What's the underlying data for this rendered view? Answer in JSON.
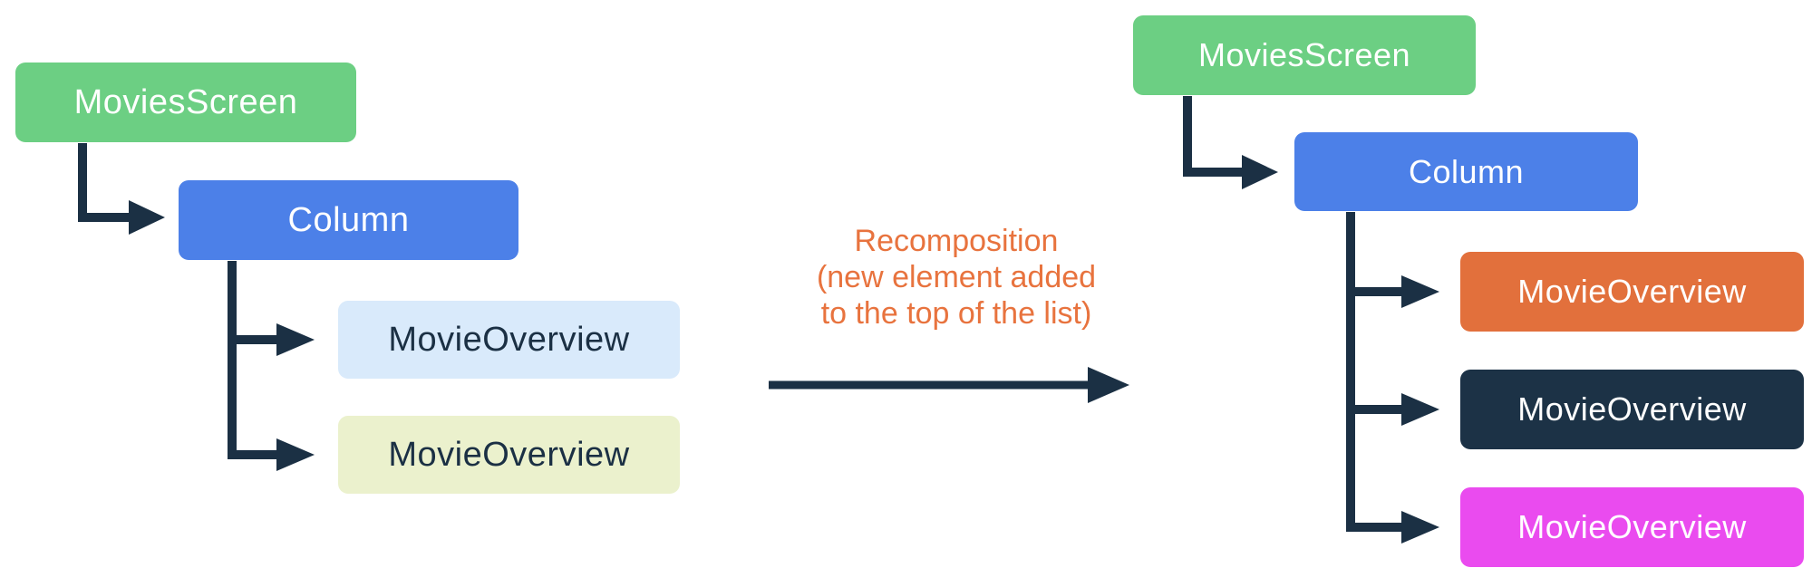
{
  "palette": {
    "canvas-bg": "#FFFFFF",
    "node-green": "#6CCF83",
    "node-blue": "#4C80E8",
    "node-light-blue": "#D9EAFB",
    "node-pale-yellow": "#EBF1CD",
    "node-orange": "#E2703C",
    "node-navy": "#1C3246",
    "node-magenta": "#EA4BEF",
    "connector": "#1B3044",
    "annotation-text": "#E8733E",
    "node-text-light": "#FFFFFF",
    "node-text-dark": "#1B3044"
  },
  "left_tree": {
    "nodes": [
      {
        "label": "MoviesScreen"
      },
      {
        "label": "Column"
      },
      {
        "label": "MovieOverview"
      },
      {
        "label": "MovieOverview"
      }
    ]
  },
  "annotation": {
    "line1": "Recomposition",
    "line2": "(new element added",
    "line3": "to the top of the list)"
  },
  "right_tree": {
    "nodes": [
      {
        "label": "MoviesScreen"
      },
      {
        "label": "Column"
      },
      {
        "label": "MovieOverview"
      },
      {
        "label": "MovieOverview"
      },
      {
        "label": "MovieOverview"
      }
    ]
  }
}
